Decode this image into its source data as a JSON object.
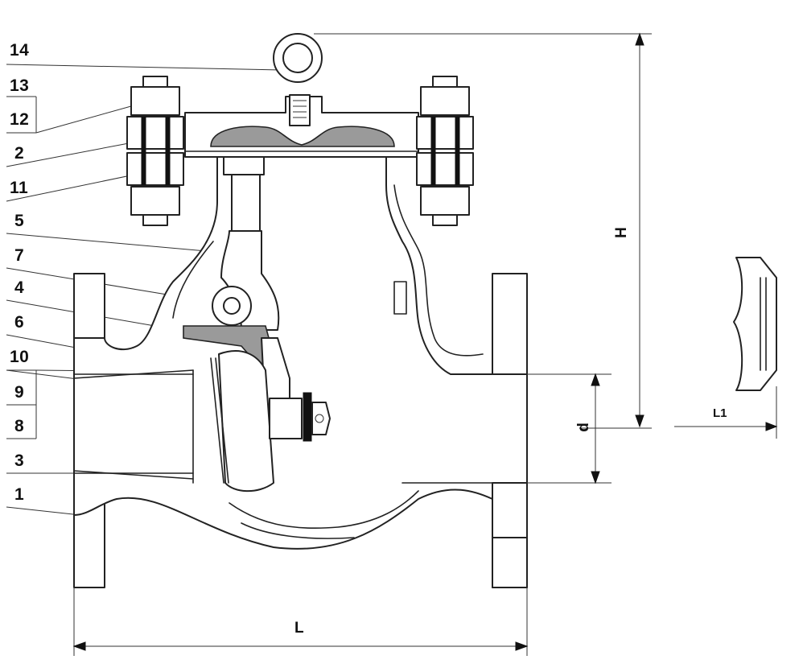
{
  "callouts": [
    {
      "number": "14"
    },
    {
      "number": "13"
    },
    {
      "number": "12"
    },
    {
      "number": "2"
    },
    {
      "number": "11"
    },
    {
      "number": "5"
    },
    {
      "number": "7"
    },
    {
      "number": "4"
    },
    {
      "number": "6"
    },
    {
      "number": "10"
    },
    {
      "number": "9"
    },
    {
      "number": "8"
    },
    {
      "number": "3"
    },
    {
      "number": "1"
    }
  ],
  "dimensions": {
    "length": "L",
    "height": "H",
    "bore": "d",
    "face": "L1"
  },
  "colors": {
    "line": "#222222",
    "shade": "#9a9a9a",
    "background": "#ffffff"
  }
}
